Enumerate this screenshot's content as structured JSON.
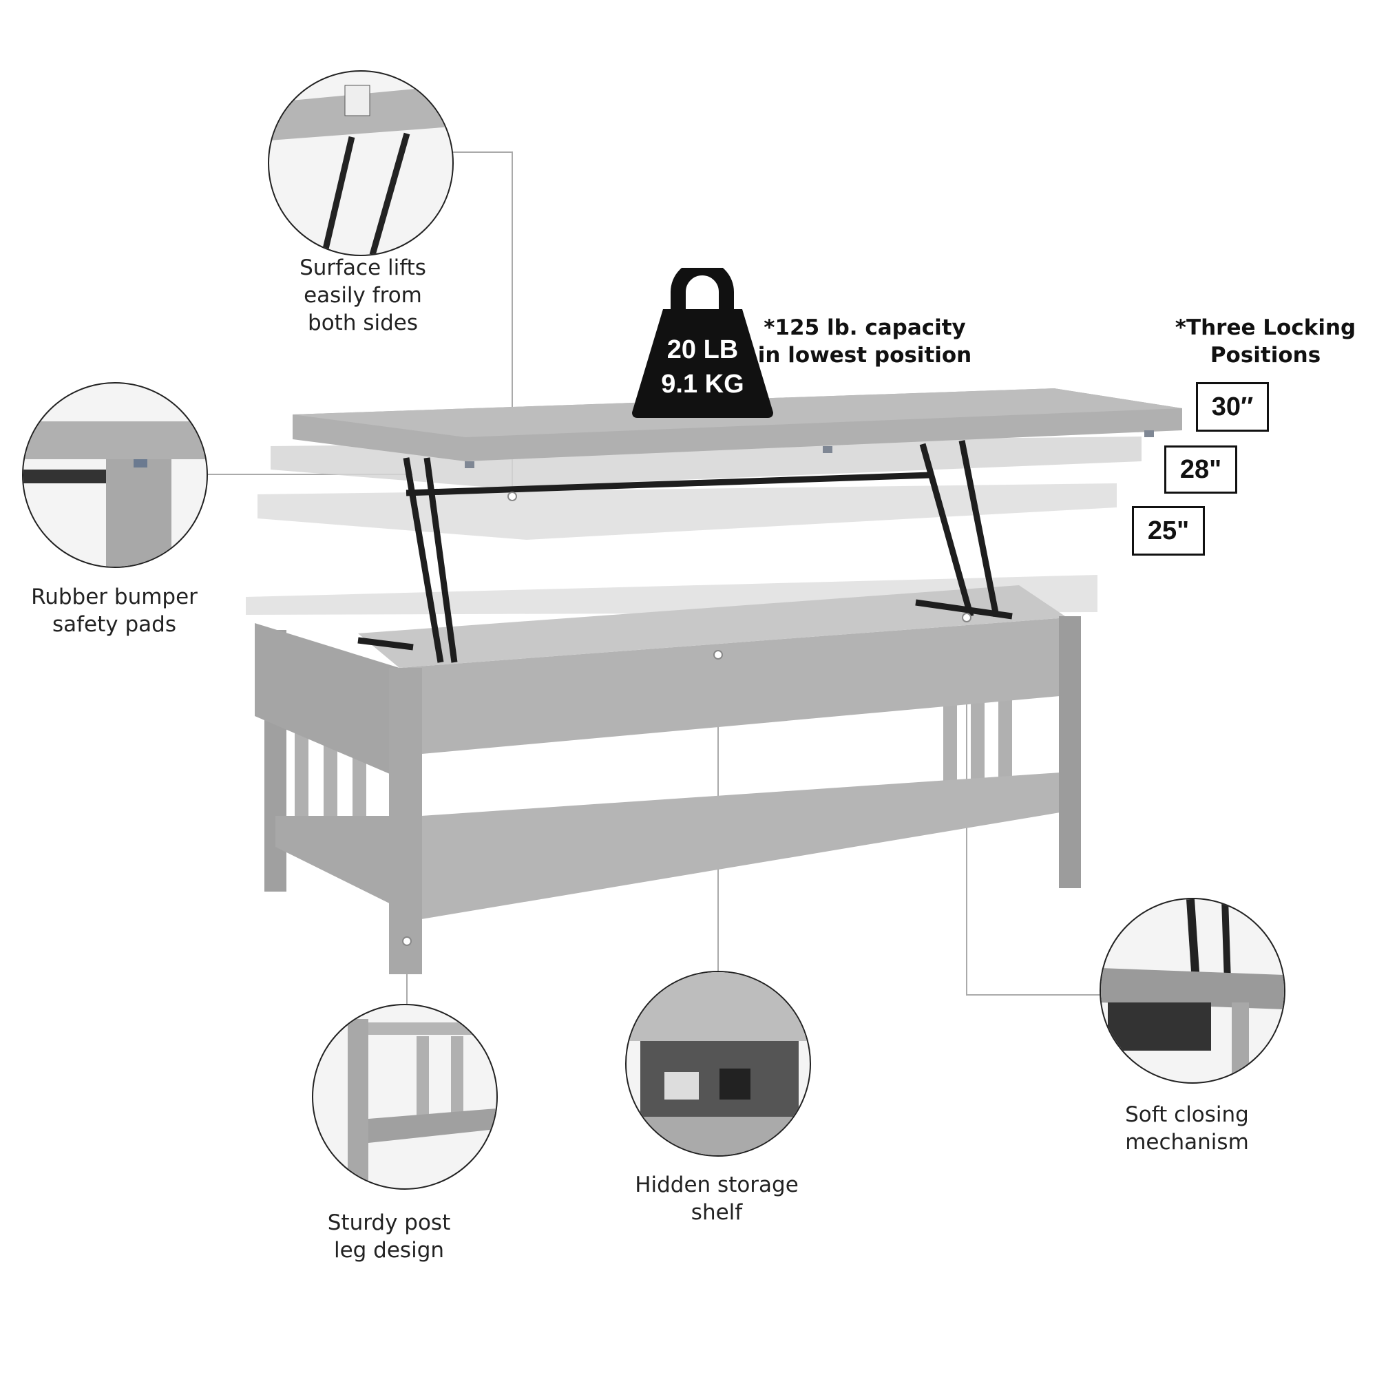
{
  "features": {
    "surface_lifts": [
      "Surface lifts",
      "easily from",
      "both sides"
    ],
    "rubber_bumper": [
      "Rubber bumper",
      "safety pads"
    ],
    "sturdy_post": [
      "Sturdy post",
      "leg design"
    ],
    "hidden_storage": [
      "Hidden storage",
      "shelf"
    ],
    "soft_closing": [
      "Soft closing",
      "mechanism"
    ]
  },
  "weight": {
    "lb": "20 LB",
    "kg": "9.1 KG"
  },
  "capacity": [
    "*125 lb. capacity",
    "in lowest position"
  ],
  "locking": {
    "title": [
      "*Three Locking",
      "Positions"
    ],
    "heights": [
      "30″",
      "28\"",
      "25\""
    ]
  },
  "colors": {
    "table": "#a9a9a9",
    "mechanism": "#1e1e1e",
    "ghost": "#d8d8d8"
  }
}
